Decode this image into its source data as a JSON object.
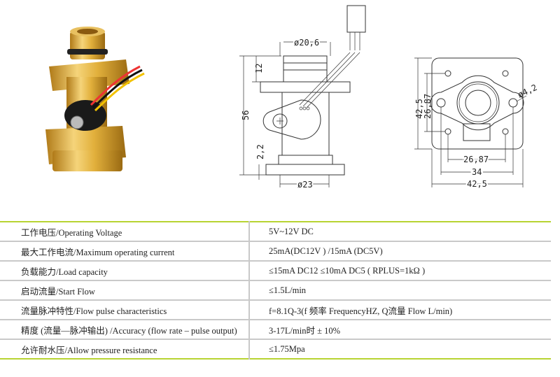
{
  "diagram_side": {
    "top_diameter": "ø20,6",
    "top_height": "12",
    "total_height": "56",
    "base_thickness": "2,2",
    "bottom_diameter": "ø23"
  },
  "diagram_front": {
    "height_outer": "42,5",
    "height_holes": "26,87",
    "hole_diameter": "ø4,2",
    "width_holes": "26,87",
    "width_flange": "34",
    "width_outer": "42,5"
  },
  "specs": [
    {
      "label": "工作电压/Operating Voltage",
      "value": "5V~12V DC"
    },
    {
      "label": "最大工作电流/Maximum operating current",
      "value": "25mA(DC12V ) /15mA (DC5V)"
    },
    {
      "label": "负载能力/Load capacity",
      "value": "≤15mA DC12  ≤10mA DC5 ( RPLUS=1kΩ )"
    },
    {
      "label": "启动流量/Start Flow",
      "value": "≤1.5L/min"
    },
    {
      "label": "流量脉冲特性/Flow pulse characteristics",
      "value": "f=8.1Q-3(f 频率 FrequencyHZ, Q流量 Flow L/min)"
    },
    {
      "label": "精度 (流量—脉冲输出) /Accuracy (flow rate – pulse output)",
      "value": "3-17L/min时 ± 10%"
    },
    {
      "label": "允许耐水压/Allow pressure resistance",
      "value": "≤1.75Mpa"
    }
  ]
}
